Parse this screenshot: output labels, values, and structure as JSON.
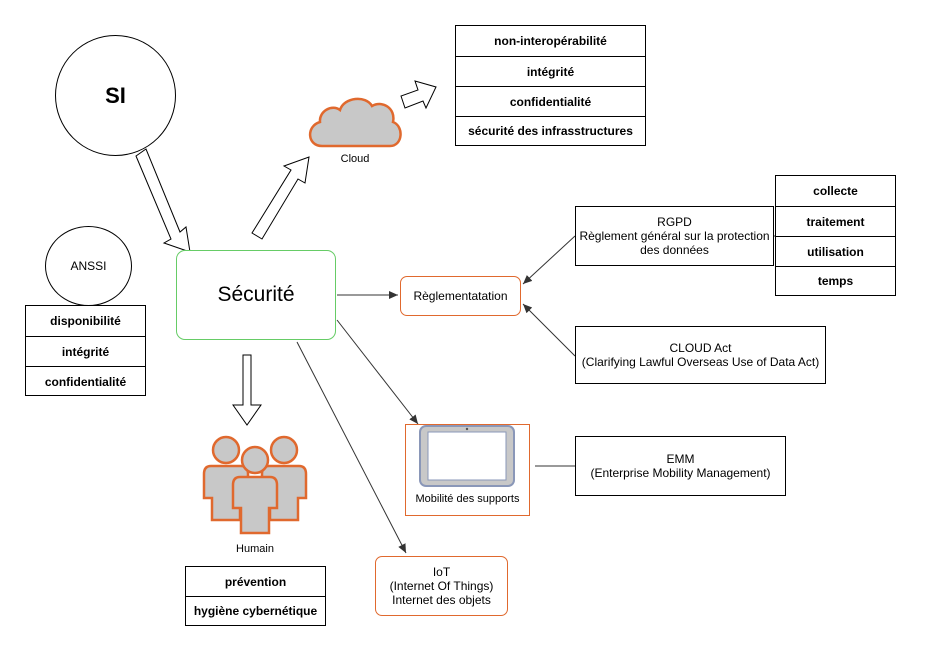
{
  "nodes": {
    "si": "SI",
    "anssi": "ANSSI",
    "securite": "Sécurité",
    "cloud": "Cloud",
    "humain": "Humain",
    "reglementation": "Règlementatation",
    "mobilite": "Mobilité des supports",
    "iot": [
      "IoT",
      "(Internet Of Things)",
      "Internet des objets"
    ],
    "rgpd": [
      "RGPD",
      "Règlement général sur la protection",
      "des données"
    ],
    "cloud_act": [
      "CLOUD Act",
      "(Clarifying Lawful Overseas Use of Data Act)"
    ],
    "emm": [
      "EMM",
      "(Enterprise Mobility Management)"
    ]
  },
  "tables": {
    "anssi": [
      "disponibilité",
      "intégrité",
      "confidentialité"
    ],
    "cloud": [
      "non-interopérabilité",
      "intégrité",
      "confidentialité",
      "sécurité des infrasstructures"
    ],
    "rgpd": [
      "collecte",
      "traitement",
      "utilisation",
      "temps"
    ],
    "humain": [
      "prévention",
      "hygiène cybernétique"
    ]
  },
  "colors": {
    "accent_orange": "#e0692e",
    "icon_fill": "#c8c8c8",
    "securite_border": "#66cc66",
    "line": "#333333"
  },
  "icons": [
    "cloud-icon",
    "people-icon",
    "tablet-icon"
  ]
}
